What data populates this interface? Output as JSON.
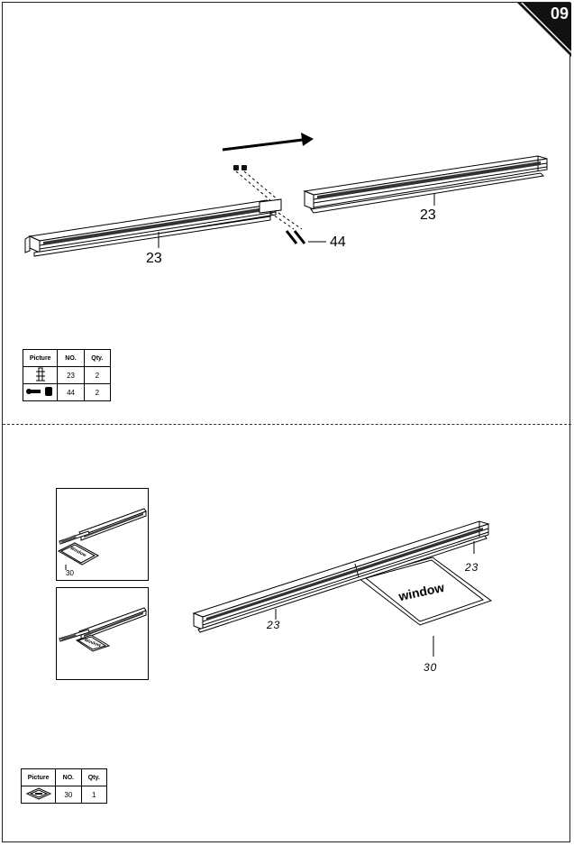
{
  "page": {
    "number": "09"
  },
  "step1": {
    "part_labels": {
      "left_rail": "23",
      "right_rail": "23",
      "screws": "44"
    },
    "table": {
      "headers": [
        "Picture",
        "NO.",
        "Qty."
      ],
      "rows": [
        {
          "icon": "rail-icon",
          "no": "23",
          "qty": "2"
        },
        {
          "icon": "screw-nut-icon",
          "no": "44",
          "qty": "2"
        }
      ]
    }
  },
  "step2": {
    "inset_top": {
      "label": "30",
      "window_text": "Window"
    },
    "inset_bottom": {
      "window_text": "Window"
    },
    "main": {
      "right_rail_label": "23",
      "left_rail_label": "23",
      "window_panel_label": "30",
      "window_text": "window"
    },
    "table": {
      "headers": [
        "Picture",
        "NO.",
        "Qty."
      ],
      "rows": [
        {
          "icon": "window-panel-icon",
          "no": "30",
          "qty": "1"
        }
      ]
    }
  }
}
